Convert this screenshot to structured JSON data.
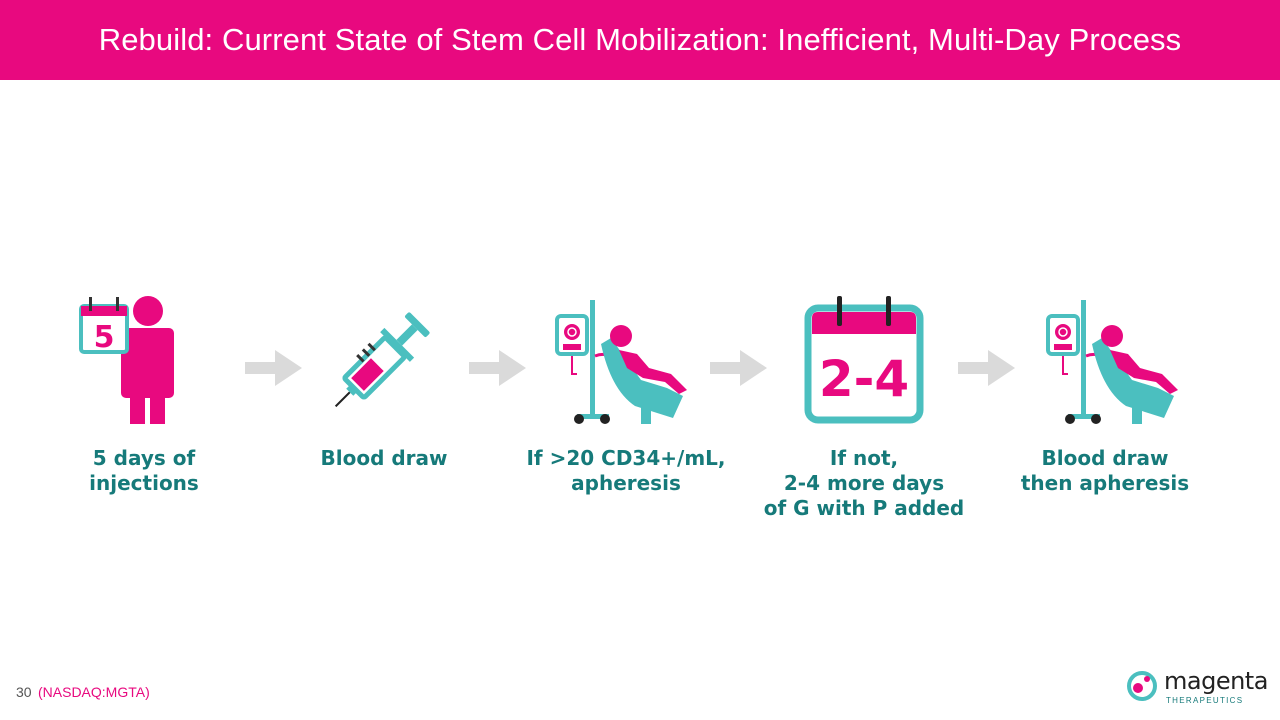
{
  "header": {
    "title": "Rebuild: Current State of Stem Cell Mobilization: Inefficient, Multi-Day Process"
  },
  "steps": [
    {
      "label": "5 days of\ninjections",
      "icon": "calendar-person-icon",
      "calendar_number": "5"
    },
    {
      "label": "Blood draw",
      "icon": "syringe-icon"
    },
    {
      "label": "If >20 CD34+/mL,\napheresis",
      "icon": "apheresis-chair-icon"
    },
    {
      "label": "If not,\n2-4 more days\nof G with P added",
      "icon": "calendar-icon",
      "calendar_number": "2-4"
    },
    {
      "label": "Blood draw\nthen apheresis",
      "icon": "apheresis-chair-icon"
    }
  ],
  "footer": {
    "page_number": "30",
    "ticker": "(NASDAQ:MGTA)"
  },
  "logo": {
    "name": "magenta",
    "subtitle": "THERAPEUTICS"
  },
  "colors": {
    "magenta": "#E8097F",
    "teal": "#4BBFBF",
    "label_teal": "#167A7A",
    "arrow_gray": "#DADADA"
  }
}
